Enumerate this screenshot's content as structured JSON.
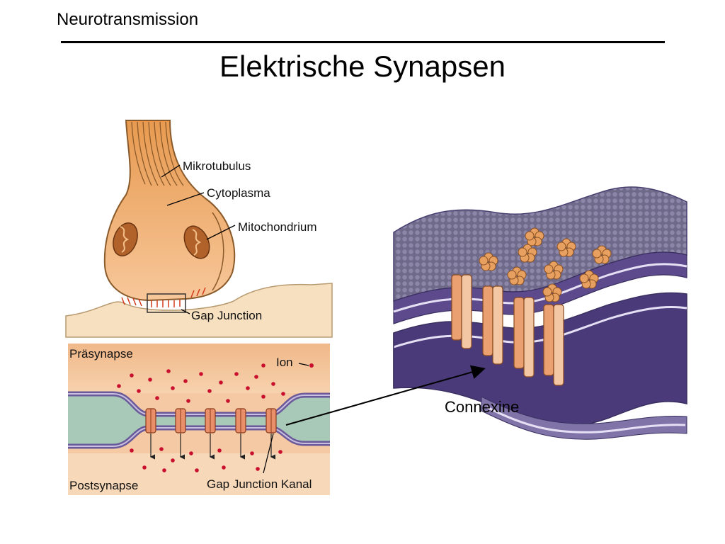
{
  "slide": {
    "header": "Neurotransmission",
    "title": "Elektrische Synapsen"
  },
  "top_figure": {
    "labels": {
      "microtubule": "Mikrotubulus",
      "cytoplasm": "Cytoplasma",
      "mitochondrion": "Mitochondrium",
      "gap_junction": "Gap Junction"
    }
  },
  "bottom_figure": {
    "labels": {
      "presynapse": "Präsynapse",
      "ion": "Ion",
      "postsynapse": "Postsynapse",
      "channel": "Gap Junction Kanal"
    }
  },
  "membrane_figure": {
    "label": "Connexine"
  },
  "colors": {
    "terminal_fill": "#f0b070",
    "terminal_dark": "#d98a3c",
    "cleft_green": "#a8c8b8",
    "membrane_purple": "#6a5a9a",
    "ion_red": "#c8102e",
    "connexin_orange": "#e8a060"
  }
}
